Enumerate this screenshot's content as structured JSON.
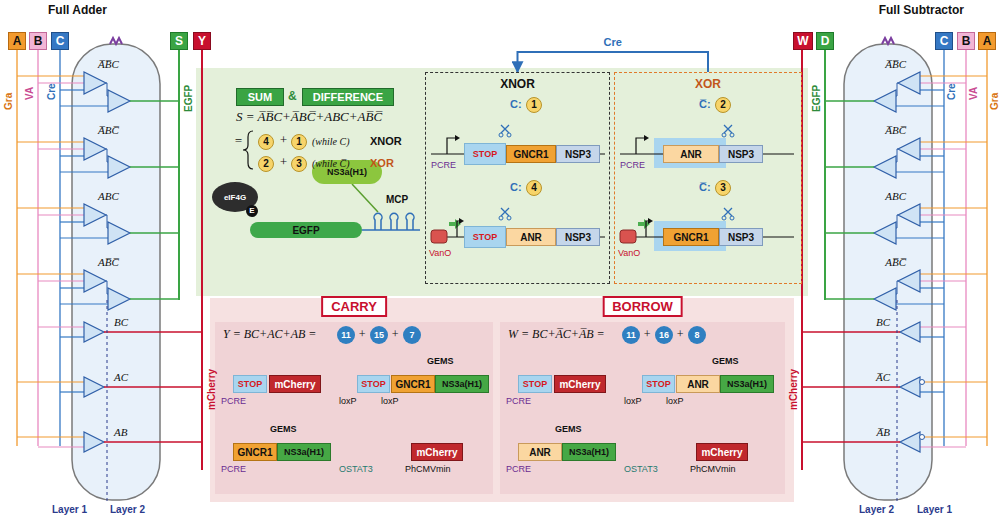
{
  "diagram": {
    "nodes": [
      {
        "text": [
          "A"
        ]
      },
      {
        "text": [
          "B"
        ]
      },
      {
        "text": [
          "C"
        ]
      },
      {
        "text": [
          "S"
        ]
      },
      {
        "text": [
          "Y"
        ]
      },
      {
        "text": [
          "SUM"
        ]
      },
      {
        "text": [
          "DIFFERENCE"
        ]
      },
      {
        "text": [
          "XNOR"
        ]
      },
      {
        "text": [
          "XOR"
        ]
      },
      {
        "text": [
          "STOP"
        ],
        "in": 7
      },
      {
        "text": [
          "GNCR1"
        ],
        "in": 7
      },
      {
        "text": [
          "NSP3"
        ],
        "in": 7
      },
      {
        "text": [
          "STOP"
        ],
        "in": 7
      },
      {
        "text": [
          "ANR"
        ],
        "in": 7
      },
      {
        "text": [
          "NSP3"
        ],
        "in": 7
      },
      {
        "text": [
          "ANR"
        ],
        "in": 8
      },
      {
        "text": [
          "NSP3"
        ],
        "in": 8
      },
      {
        "text": [
          "GNCR1"
        ],
        "in": 8
      },
      {
        "text": [
          "NSP3"
        ],
        "in": 8
      },
      {
        "text": [
          "eIF4G"
        ]
      },
      {
        "text": [
          "NS3a(H1)"
        ]
      },
      {
        "text": [
          "EGFP"
        ]
      },
      {
        "text": [
          "CARRY"
        ]
      },
      {
        "text": [
          "STOP"
        ],
        "in": 22
      },
      {
        "text": [
          "mCherry"
        ],
        "in": 22
      },
      {
        "text": [
          "STOP"
        ],
        "in": 22
      },
      {
        "text": [
          "GNCR1"
        ],
        "in": 22
      },
      {
        "text": [
          "NS3a(H1)"
        ],
        "in": 22
      },
      {
        "text": [
          "GNCR1"
        ],
        "in": 22
      },
      {
        "text": [
          "NS3a(H1)"
        ],
        "in": 22
      },
      {
        "text": [
          "mCherry"
        ],
        "in": 22
      },
      {
        "text": [
          "BORROW"
        ]
      },
      {
        "text": [
          "STOP"
        ],
        "in": 31
      },
      {
        "text": [
          "mCherry"
        ],
        "in": 31
      },
      {
        "text": [
          "STOP"
        ],
        "in": 31
      },
      {
        "text": [
          "ANR"
        ],
        "in": 31
      },
      {
        "text": [
          "NS3a(H1)"
        ],
        "in": 31
      },
      {
        "text": [
          "ANR"
        ],
        "in": 31
      },
      {
        "text": [
          "NS3a(H1)"
        ],
        "in": 31
      },
      {
        "text": [
          "mCherry"
        ],
        "in": 31
      },
      {
        "text": [
          "W"
        ]
      },
      {
        "text": [
          "D"
        ]
      },
      {
        "text": [
          "C"
        ]
      },
      {
        "text": [
          "B"
        ]
      },
      {
        "text": [
          "A"
        ]
      }
    ],
    "edges": [
      {
        "from": 8,
        "to": 7,
        "arrow": "to",
        "label": "Cre"
      }
    ],
    "labels": [
      "Full Adder",
      "Full Subtractor",
      "Gra",
      "VA",
      "Cre",
      "A̅B̅C",
      "A̅BC̅",
      "ABC",
      "AB̅C̅",
      "BC",
      "AC",
      "AB",
      "Layer 1",
      "Layer 2",
      "EGFP",
      "mCherry",
      "S = A̅B̅C+A̅BC̅+ABC+AB̅C̅",
      "=",
      "4",
      "+",
      "1",
      "(while C)",
      "XNOR",
      "2",
      "+",
      "3",
      "(while C̅)",
      "XOR",
      "C:",
      "1",
      "PCRE",
      "C:",
      "4",
      "VanO",
      "C̅:",
      "2",
      "PCRE",
      "C̅:",
      "3",
      "VanO",
      "MCP",
      "Y = BC+AC+AB =",
      "11",
      "+",
      "15",
      "+",
      "7",
      "PCRE",
      "loxP",
      "loxP",
      "GEMS",
      "PCRE",
      "GEMS",
      "OSTAT3",
      "PhCMVmin",
      "W = BC+A̅C+A̅B =",
      "11",
      "+",
      "16",
      "+",
      "8",
      "PCRE",
      "loxP",
      "loxP",
      "GEMS",
      "PCRE",
      "GEMS",
      "OSTAT3",
      "PhCMVmin",
      "mCherry",
      "EGFP",
      "A̅B̅C",
      "A̅BC̅",
      "ABC",
      "AB̅C̅",
      "BC",
      "A̅C",
      "A̅B",
      "Layer 2",
      "Layer 1",
      "Cre",
      "VA",
      "Gra",
      "&",
      "E"
    ]
  }
}
